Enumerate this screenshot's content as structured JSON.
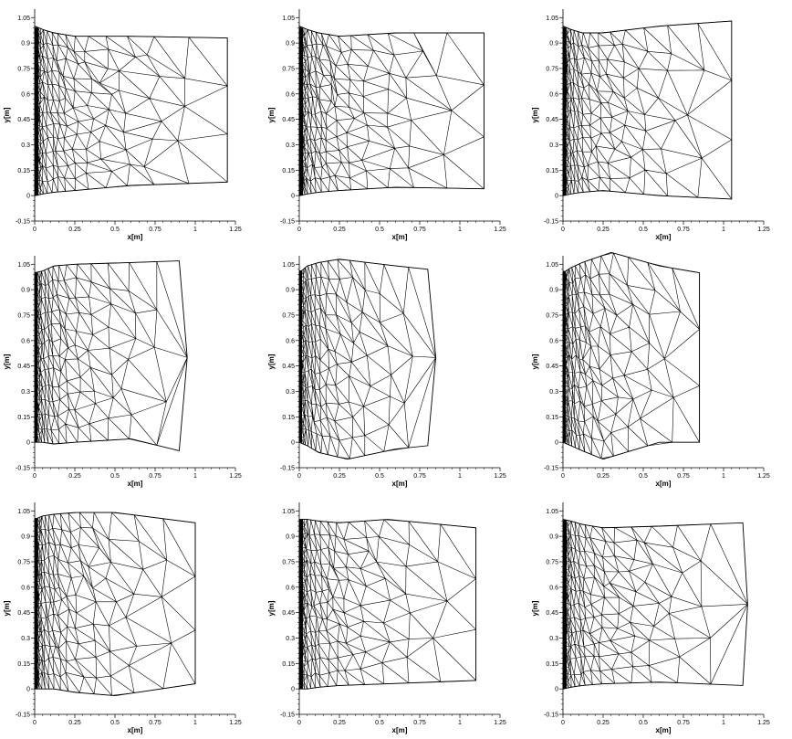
{
  "figure": {
    "layout": "3x3 grid of triangular mesh plots",
    "colors": {
      "background": "#ffffff",
      "line": "#000000"
    }
  },
  "panels": [
    {
      "id": "p1",
      "x_label": "x[m]",
      "y_label": "y[m]",
      "x_ticks": [
        "0",
        "0.25",
        "0.5",
        "0.75",
        "1",
        "1.25"
      ],
      "y_ticks": [
        "-0.15",
        "0",
        "0.15",
        "0.3",
        "0.45",
        "0.6",
        "0.75",
        "0.9",
        "1.05"
      ],
      "x_range": [
        0,
        1.25
      ],
      "y_range": [
        -0.15,
        1.1
      ],
      "outer_boundary": [
        [
          0,
          1.0
        ],
        [
          0.05,
          0.98
        ],
        [
          0.12,
          0.96
        ],
        [
          0.25,
          0.94
        ],
        [
          0.6,
          0.94
        ],
        [
          1.2,
          0.93
        ],
        [
          1.2,
          0.08
        ],
        [
          0.6,
          0.06
        ],
        [
          0.25,
          0.03
        ],
        [
          0.12,
          0.02
        ],
        [
          0.05,
          0.01
        ],
        [
          0,
          0
        ]
      ],
      "mesh_extent_x": 1.2
    },
    {
      "id": "p2",
      "x_label": "x[m]",
      "y_label": "y[m]",
      "x_ticks": [
        "0",
        "0.25",
        "0.5",
        "0.75",
        "1",
        "1.25"
      ],
      "y_ticks": [
        "-0.15",
        "0",
        "0.15",
        "0.3",
        "0.45",
        "0.6",
        "0.75",
        "0.9",
        "1.05"
      ],
      "x_range": [
        0,
        1.25
      ],
      "y_range": [
        -0.15,
        1.1
      ],
      "outer_boundary": [
        [
          0,
          1.0
        ],
        [
          0.05,
          0.98
        ],
        [
          0.12,
          0.96
        ],
        [
          0.25,
          0.94
        ],
        [
          0.6,
          0.96
        ],
        [
          1.15,
          0.96
        ],
        [
          1.15,
          0.04
        ],
        [
          0.6,
          0.05
        ],
        [
          0.25,
          0.03
        ],
        [
          0.12,
          0.02
        ],
        [
          0.05,
          0.01
        ],
        [
          0,
          0
        ]
      ],
      "mesh_extent_x": 1.15
    },
    {
      "id": "p3",
      "x_label": "x[m]",
      "y_label": "y[m]",
      "x_ticks": [
        "0",
        "0.25",
        "0.5",
        "0.75",
        "1",
        "1.25"
      ],
      "y_ticks": [
        "-0.15",
        "0",
        "0.15",
        "0.3",
        "0.45",
        "0.6",
        "0.75",
        "0.9",
        "1.05"
      ],
      "x_range": [
        0,
        1.25
      ],
      "y_range": [
        -0.15,
        1.1
      ],
      "outer_boundary": [
        [
          0,
          1.0
        ],
        [
          0.05,
          0.98
        ],
        [
          0.12,
          0.96
        ],
        [
          0.25,
          0.96
        ],
        [
          0.6,
          1.0
        ],
        [
          1.05,
          1.03
        ],
        [
          1.05,
          -0.02
        ],
        [
          0.6,
          0.0
        ],
        [
          0.25,
          0.03
        ],
        [
          0.12,
          0.02
        ],
        [
          0.05,
          0.01
        ],
        [
          0,
          0
        ]
      ],
      "mesh_extent_x": 1.05
    },
    {
      "id": "p4",
      "x_label": "x[m]",
      "y_label": "y[m]",
      "x_ticks": [
        "0",
        "0.25",
        "0.5",
        "0.75",
        "1",
        "1.25"
      ],
      "y_ticks": [
        "-0.15",
        "0",
        "0.15",
        "0.3",
        "0.45",
        "0.6",
        "0.75",
        "0.9",
        "1.05"
      ],
      "x_range": [
        0,
        1.25
      ],
      "y_range": [
        -0.15,
        1.1
      ],
      "outer_boundary": [
        [
          0,
          1.0
        ],
        [
          0.05,
          1.01
        ],
        [
          0.12,
          1.04
        ],
        [
          0.25,
          1.05
        ],
        [
          0.6,
          1.06
        ],
        [
          0.9,
          1.07
        ],
        [
          0.95,
          0.5
        ],
        [
          0.9,
          -0.05
        ],
        [
          0.6,
          0.02
        ],
        [
          0.25,
          0.0
        ],
        [
          0.12,
          -0.01
        ],
        [
          0.05,
          0.0
        ],
        [
          0,
          0
        ]
      ],
      "mesh_extent_x": 0.95
    },
    {
      "id": "p5",
      "x_label": "x[m]",
      "y_label": "y[m]",
      "x_ticks": [
        "0",
        "0.25",
        "0.5",
        "0.75",
        "1",
        "1.25"
      ],
      "y_ticks": [
        "-0.15",
        "0",
        "0.15",
        "0.3",
        "0.45",
        "0.6",
        "0.75",
        "0.9",
        "1.05"
      ],
      "x_range": [
        0,
        1.25
      ],
      "y_range": [
        -0.15,
        1.1
      ],
      "outer_boundary": [
        [
          0,
          1.0
        ],
        [
          0.05,
          1.04
        ],
        [
          0.12,
          1.06
        ],
        [
          0.25,
          1.08
        ],
        [
          0.6,
          1.04
        ],
        [
          0.8,
          1.02
        ],
        [
          0.85,
          0.5
        ],
        [
          0.8,
          -0.02
        ],
        [
          0.6,
          -0.04
        ],
        [
          0.3,
          -0.1
        ],
        [
          0.12,
          -0.06
        ],
        [
          0.05,
          -0.02
        ],
        [
          0,
          0
        ]
      ],
      "mesh_extent_x": 0.85
    },
    {
      "id": "p6",
      "x_label": "x[m]",
      "y_label": "y[m]",
      "x_ticks": [
        "0",
        "0.25",
        "0.5",
        "0.75",
        "1",
        "1.25"
      ],
      "y_ticks": [
        "-0.15",
        "0",
        "0.15",
        "0.3",
        "0.45",
        "0.6",
        "0.75",
        "0.9",
        "1.05"
      ],
      "x_range": [
        0,
        1.25
      ],
      "y_range": [
        -0.15,
        1.1
      ],
      "outer_boundary": [
        [
          0,
          1.0
        ],
        [
          0.05,
          1.03
        ],
        [
          0.12,
          1.06
        ],
        [
          0.3,
          1.12
        ],
        [
          0.6,
          1.04
        ],
        [
          0.85,
          1.0
        ],
        [
          0.85,
          0.5
        ],
        [
          0.85,
          0.0
        ],
        [
          0.6,
          0.0
        ],
        [
          0.25,
          -0.1
        ],
        [
          0.12,
          -0.05
        ],
        [
          0.05,
          -0.02
        ],
        [
          0,
          0
        ]
      ],
      "mesh_extent_x": 0.85
    },
    {
      "id": "p7",
      "x_label": "x[m]",
      "y_label": "y[m]",
      "x_ticks": [
        "0",
        "0.25",
        "0.5",
        "0.75",
        "1",
        "1.25"
      ],
      "y_ticks": [
        "-0.15",
        "0",
        "0.15",
        "0.3",
        "0.45",
        "0.6",
        "0.75",
        "0.9",
        "1.05"
      ],
      "x_range": [
        0,
        1.25
      ],
      "y_range": [
        -0.15,
        1.1
      ],
      "outer_boundary": [
        [
          0,
          1.0
        ],
        [
          0.05,
          1.02
        ],
        [
          0.12,
          1.03
        ],
        [
          0.25,
          1.04
        ],
        [
          0.5,
          1.04
        ],
        [
          1.0,
          0.98
        ],
        [
          1.0,
          0.03
        ],
        [
          0.5,
          -0.04
        ],
        [
          0.25,
          -0.02
        ],
        [
          0.12,
          0.0
        ],
        [
          0.05,
          0.0
        ],
        [
          0,
          0
        ]
      ],
      "mesh_extent_x": 1.0
    },
    {
      "id": "p8",
      "x_label": "x[m]",
      "y_label": "y[m]",
      "x_ticks": [
        "0",
        "0.25",
        "0.5",
        "0.75",
        "1",
        "1.25"
      ],
      "y_ticks": [
        "-0.15",
        "0",
        "0.15",
        "0.3",
        "0.45",
        "0.6",
        "0.75",
        "0.9",
        "1.05"
      ],
      "x_range": [
        0,
        1.25
      ],
      "y_range": [
        -0.15,
        1.1
      ],
      "outer_boundary": [
        [
          0,
          1.0
        ],
        [
          0.05,
          1.0
        ],
        [
          0.12,
          0.99
        ],
        [
          0.25,
          0.98
        ],
        [
          0.55,
          1.0
        ],
        [
          1.1,
          0.95
        ],
        [
          1.1,
          0.05
        ],
        [
          0.55,
          0.03
        ],
        [
          0.25,
          0.02
        ],
        [
          0.12,
          0.01
        ],
        [
          0.05,
          0.0
        ],
        [
          0,
          0
        ]
      ],
      "mesh_extent_x": 1.1
    },
    {
      "id": "p9",
      "x_label": "x[m]",
      "y_label": "y[m]",
      "x_ticks": [
        "0",
        "0.25",
        "0.5",
        "0.75",
        "1",
        "1.25"
      ],
      "y_ticks": [
        "-0.15",
        "0",
        "0.15",
        "0.3",
        "0.45",
        "0.6",
        "0.75",
        "0.9",
        "1.05"
      ],
      "x_range": [
        0,
        1.25
      ],
      "y_range": [
        -0.15,
        1.1
      ],
      "outer_boundary": [
        [
          0,
          1.0
        ],
        [
          0.05,
          0.99
        ],
        [
          0.12,
          0.97
        ],
        [
          0.25,
          0.95
        ],
        [
          0.6,
          0.96
        ],
        [
          1.12,
          0.98
        ],
        [
          1.15,
          0.5
        ],
        [
          1.12,
          0.02
        ],
        [
          0.6,
          0.04
        ],
        [
          0.25,
          0.03
        ],
        [
          0.12,
          0.02
        ],
        [
          0.05,
          0.01
        ],
        [
          0,
          0
        ]
      ],
      "mesh_extent_x": 1.15
    }
  ]
}
